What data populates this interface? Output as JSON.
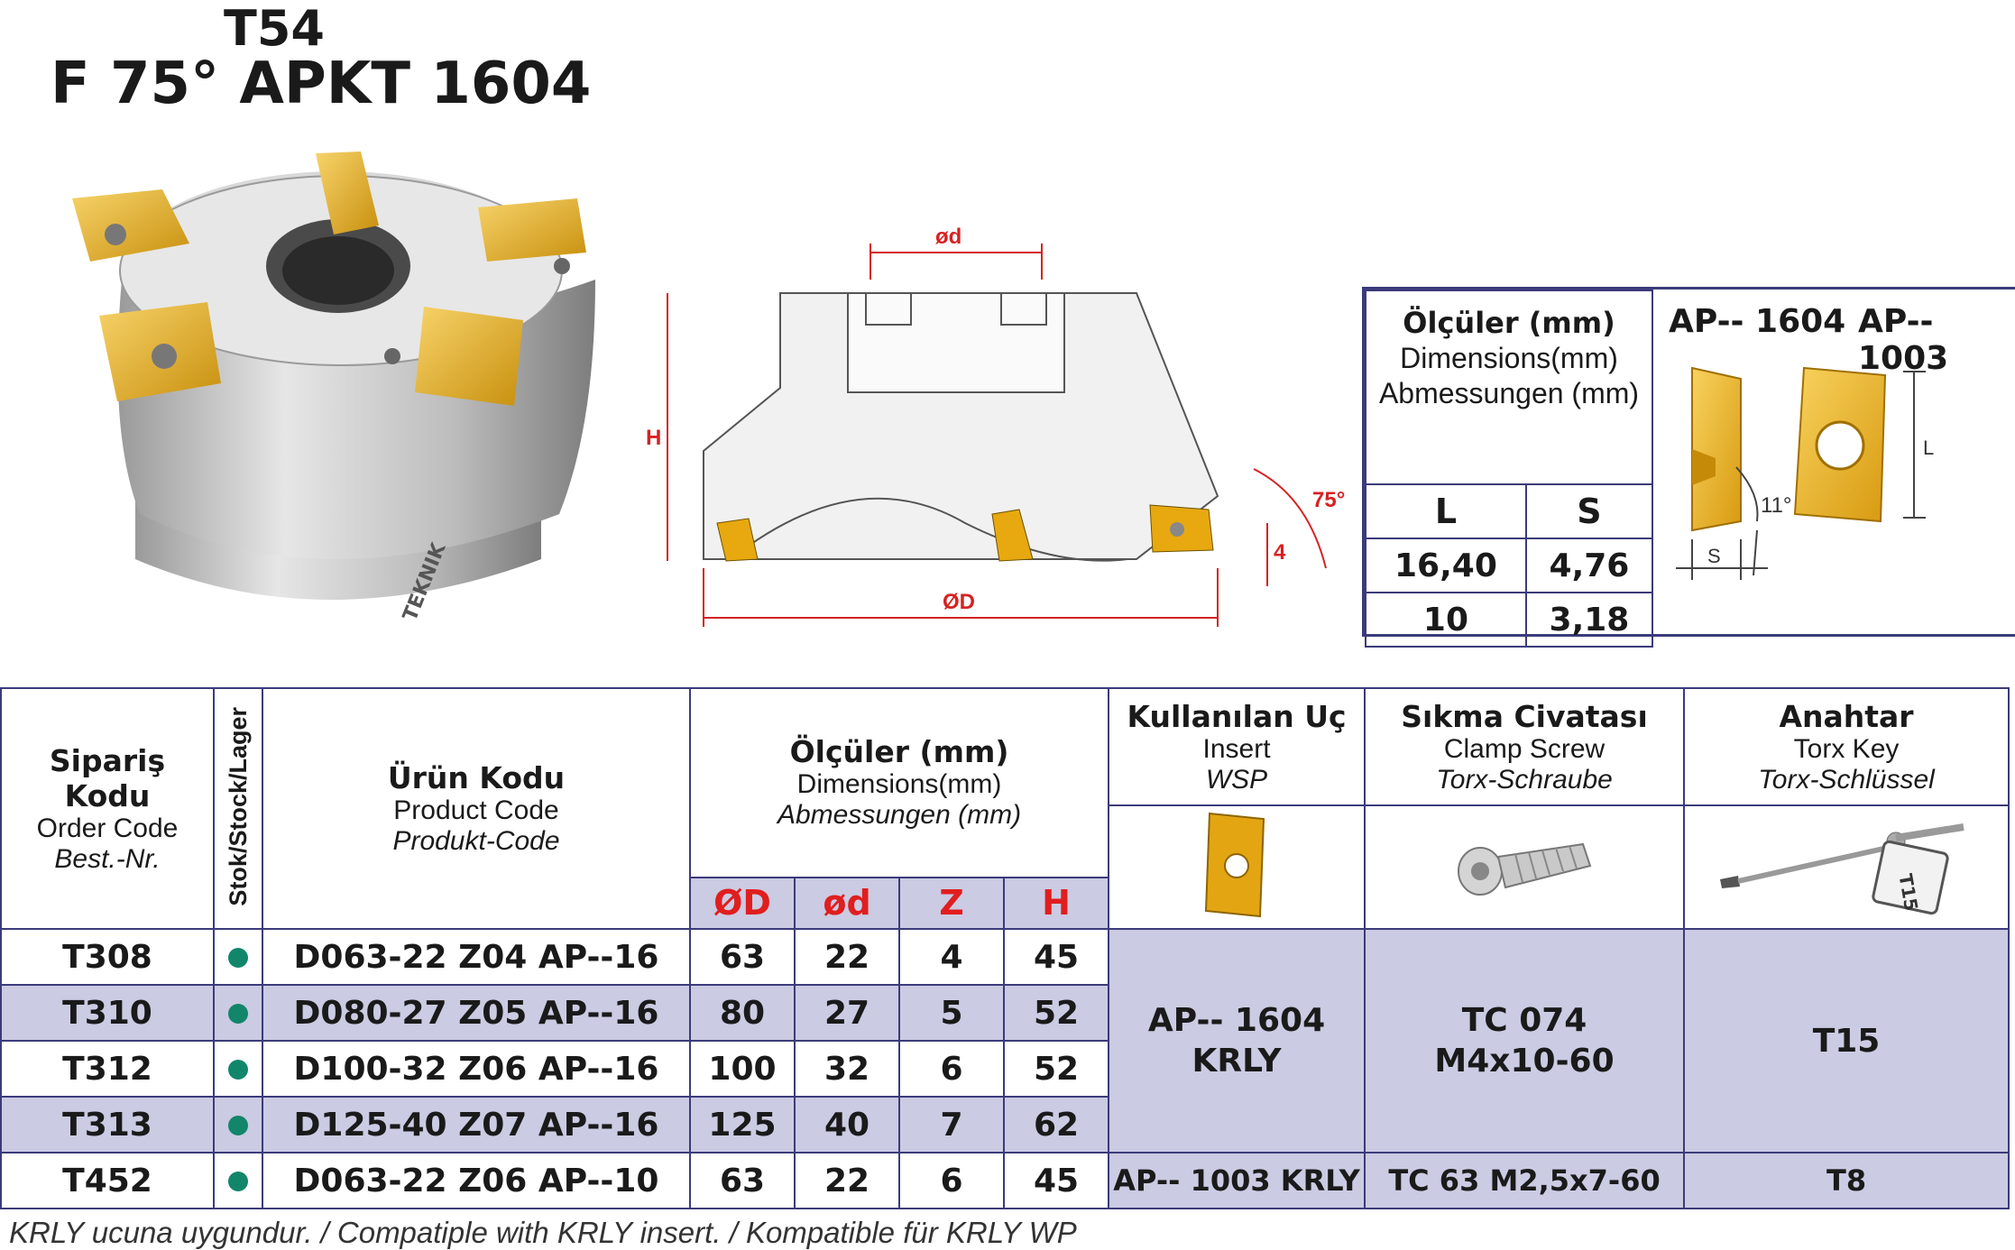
{
  "header": {
    "series": "T54",
    "title": "F 75° APKT 1604"
  },
  "drawing_labels": {
    "small_d": "ød",
    "big_d": "ØD",
    "height": "H",
    "angle": "75°",
    "depth": "4"
  },
  "dimension_box": {
    "heading": {
      "tr": "Ölçüler (mm)",
      "en": "Dimensions(mm)",
      "de": "Abmessungen (mm)"
    },
    "columns": [
      "L",
      "S"
    ],
    "rows": [
      [
        "16,40",
        "4,76"
      ],
      [
        "10",
        "3,18"
      ]
    ],
    "inserts": [
      "AP-- 1604",
      "AP-- 1003"
    ],
    "labels": {
      "L": "L",
      "S": "S",
      "angle": "11°"
    }
  },
  "table": {
    "order_code": {
      "tr": "Sipariş Kodu",
      "en": "Order Code",
      "de": "Best.-Nr."
    },
    "stock": "Stok/Stock/Lager",
    "product_code": {
      "tr": "Ürün Kodu",
      "en": "Product Code",
      "de": "Produkt-Code"
    },
    "dimensions": {
      "tr": "Ölçüler (mm)",
      "en": "Dimensions(mm)",
      "de": "Abmessungen (mm)"
    },
    "dim_cols": [
      "ØD",
      "ød",
      "Z",
      "H"
    ],
    "insert": {
      "tr": "Kullanılan Uç",
      "en": "Insert",
      "de": "WSP"
    },
    "screw": {
      "tr": "Sıkma Civatası",
      "en": "Clamp Screw",
      "de": "Torx-Schraube"
    },
    "key": {
      "tr": "Anahtar",
      "en": "Torx Key",
      "de": "Torx-Schlüssel"
    },
    "rows": [
      {
        "order": "T308",
        "product": "D063-22 Z04 AP--16",
        "D": "63",
        "d": "22",
        "Z": "4",
        "H": "45"
      },
      {
        "order": "T310",
        "product": "D080-27 Z05 AP--16",
        "D": "80",
        "d": "27",
        "Z": "5",
        "H": "52"
      },
      {
        "order": "T312",
        "product": "D100-32 Z06 AP--16",
        "D": "100",
        "d": "32",
        "Z": "6",
        "H": "52"
      },
      {
        "order": "T313",
        "product": "D125-40 Z07 AP--16",
        "D": "125",
        "d": "40",
        "Z": "7",
        "H": "62"
      },
      {
        "order": "T452",
        "product": "D063-22 Z06 AP--10",
        "D": "63",
        "d": "22",
        "Z": "6",
        "H": "45"
      }
    ],
    "group1": {
      "insert_l1": "AP-- 1604",
      "insert_l2": "KRLY",
      "screw_l1": "TC 074",
      "screw_l2": "M4x10-60",
      "key": "T15"
    },
    "group2": {
      "insert": "AP-- 1003 KRLY",
      "screw": "TC 63 M2,5x7-60",
      "key": "T8"
    }
  },
  "key_label": "T15",
  "footer": "KRLY ucuna uygundur. / Compatiple with KRLY insert. / Kompatible für KRLY WP"
}
